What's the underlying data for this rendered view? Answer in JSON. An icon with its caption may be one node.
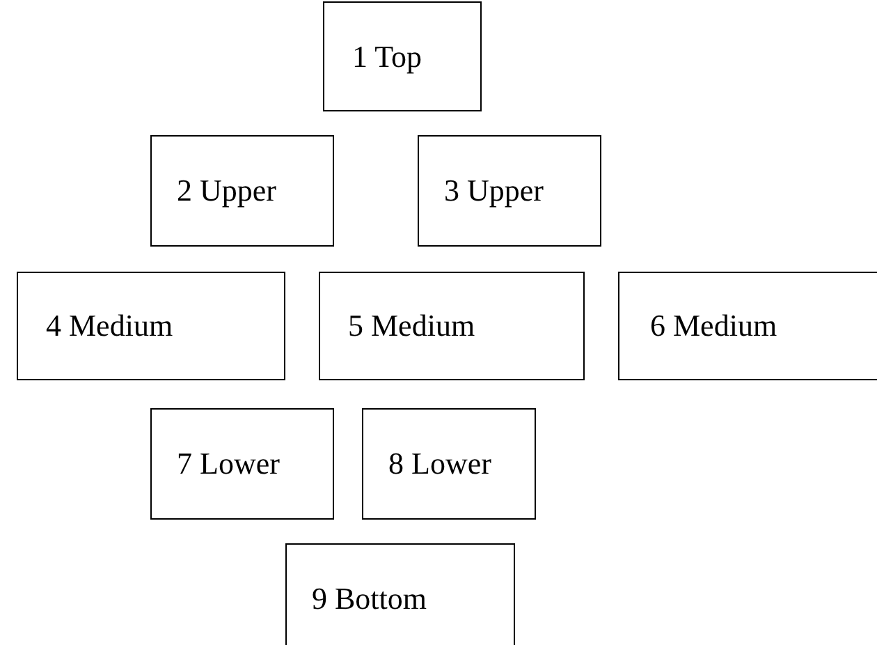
{
  "diagram": {
    "nodes": [
      {
        "text": [
          "1 Top"
        ]
      },
      {
        "text": [
          "2 Upper"
        ]
      },
      {
        "text": [
          "3 Upper"
        ]
      },
      {
        "text": [
          "4 Medium"
        ]
      },
      {
        "text": [
          "5 Medium"
        ]
      },
      {
        "text": [
          "6 Medium"
        ]
      },
      {
        "text": [
          "7 Lower"
        ]
      },
      {
        "text": [
          "8 Lower"
        ]
      },
      {
        "text": [
          "9 Bottom"
        ]
      }
    ]
  }
}
